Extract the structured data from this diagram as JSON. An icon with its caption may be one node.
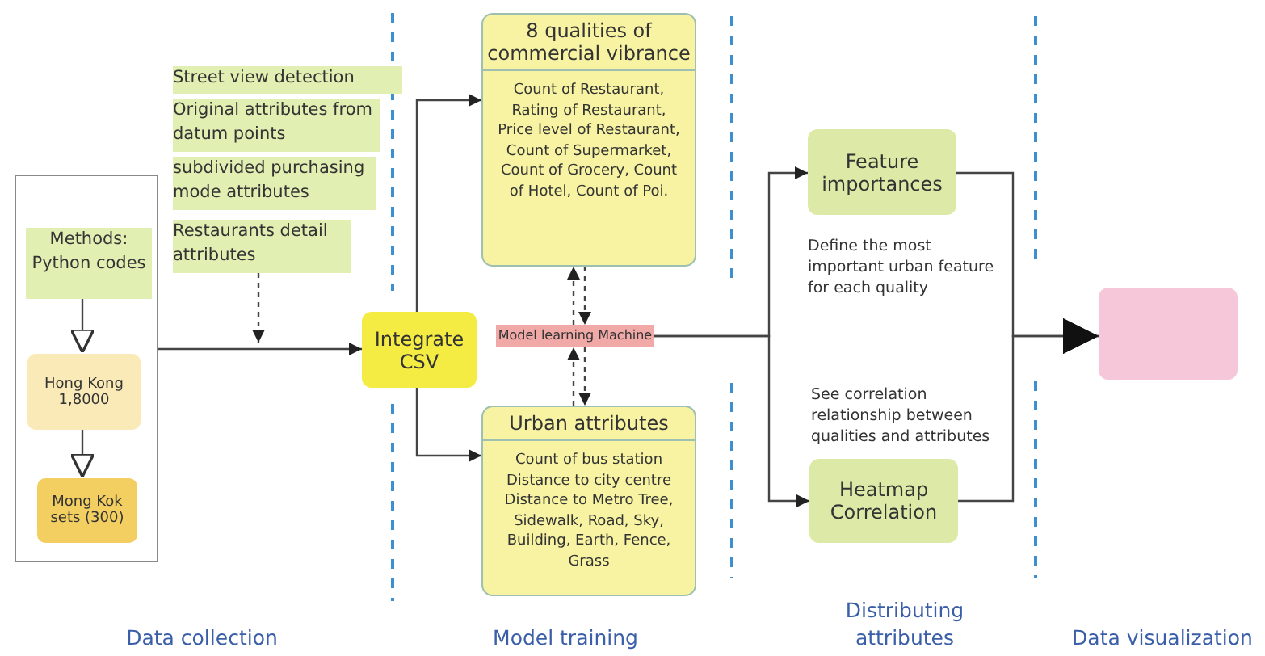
{
  "diagram": {
    "nodes": [
      {
        "text": [],
        "shape": "box"
      },
      {
        "text": [
          "Methods: Python codes"
        ],
        "in": 0
      },
      {
        "text": [
          "Hong Kong 1,8000"
        ],
        "in": 0
      },
      {
        "text": [
          "Mong Kok sets (300)"
        ],
        "in": 0
      },
      {
        "text": [
          "Street view detection"
        ]
      },
      {
        "text": [
          "Original attributes from datum points"
        ]
      },
      {
        "text": [
          "subdivided purchasing mode attributes"
        ]
      },
      {
        "text": [
          "Restaurants detail attributes"
        ]
      },
      {
        "text": [
          "Integrate CSV"
        ]
      },
      {
        "text": [
          "8 qualities of commercial vibrance",
          "Count of Restaurant, Rating of Restaurant, Price level of Restaurant, Count of Supermarket, Count of Grocery, Count of Hotel, Count of Poi."
        ]
      },
      {
        "text": [
          "Model learning Machine"
        ]
      },
      {
        "text": [
          "Urban attributes",
          "Count of bus station Distance to city centre Distance to Metro Tree, Sidewalk, Road, Sky, Building, Earth, Fence, Grass"
        ]
      },
      {
        "text": [
          "Feature importances"
        ]
      },
      {
        "text": [
          "Heatmap Correlation"
        ]
      },
      {
        "text": [],
        "shape": "box"
      }
    ],
    "edges": [
      {
        "from": 1,
        "to": 2,
        "arrow": "to"
      },
      {
        "from": 2,
        "to": 3,
        "arrow": "to"
      },
      {
        "from": 0,
        "to": 8,
        "arrow": "to"
      },
      {
        "from": 7,
        "to": null,
        "arrow": "to",
        "style": "dashed"
      },
      {
        "from": 8,
        "to": 9,
        "arrow": "to"
      },
      {
        "from": 8,
        "to": 11,
        "arrow": "to"
      },
      {
        "from": 9,
        "to": 10,
        "arrow": "to",
        "style": "dashed"
      },
      {
        "from": 10,
        "to": 9,
        "arrow": "to",
        "style": "dashed"
      },
      {
        "from": 10,
        "to": 11,
        "arrow": "to",
        "style": "dashed"
      },
      {
        "from": 11,
        "to": 10,
        "arrow": "to",
        "style": "dashed"
      },
      {
        "from": 10,
        "to": 12,
        "arrow": "to"
      },
      {
        "from": 10,
        "to": 13,
        "arrow": "to"
      },
      {
        "from": 12,
        "to": 14,
        "arrow": "to"
      },
      {
        "from": 13,
        "to": 14,
        "arrow": "to"
      }
    ],
    "labels": [
      "Define the most important urban feature for each quality",
      "See correlation relationship between qualities and attributes",
      "Data collection",
      "Model training",
      "Distributing attributes",
      "Data visualization"
    ]
  }
}
